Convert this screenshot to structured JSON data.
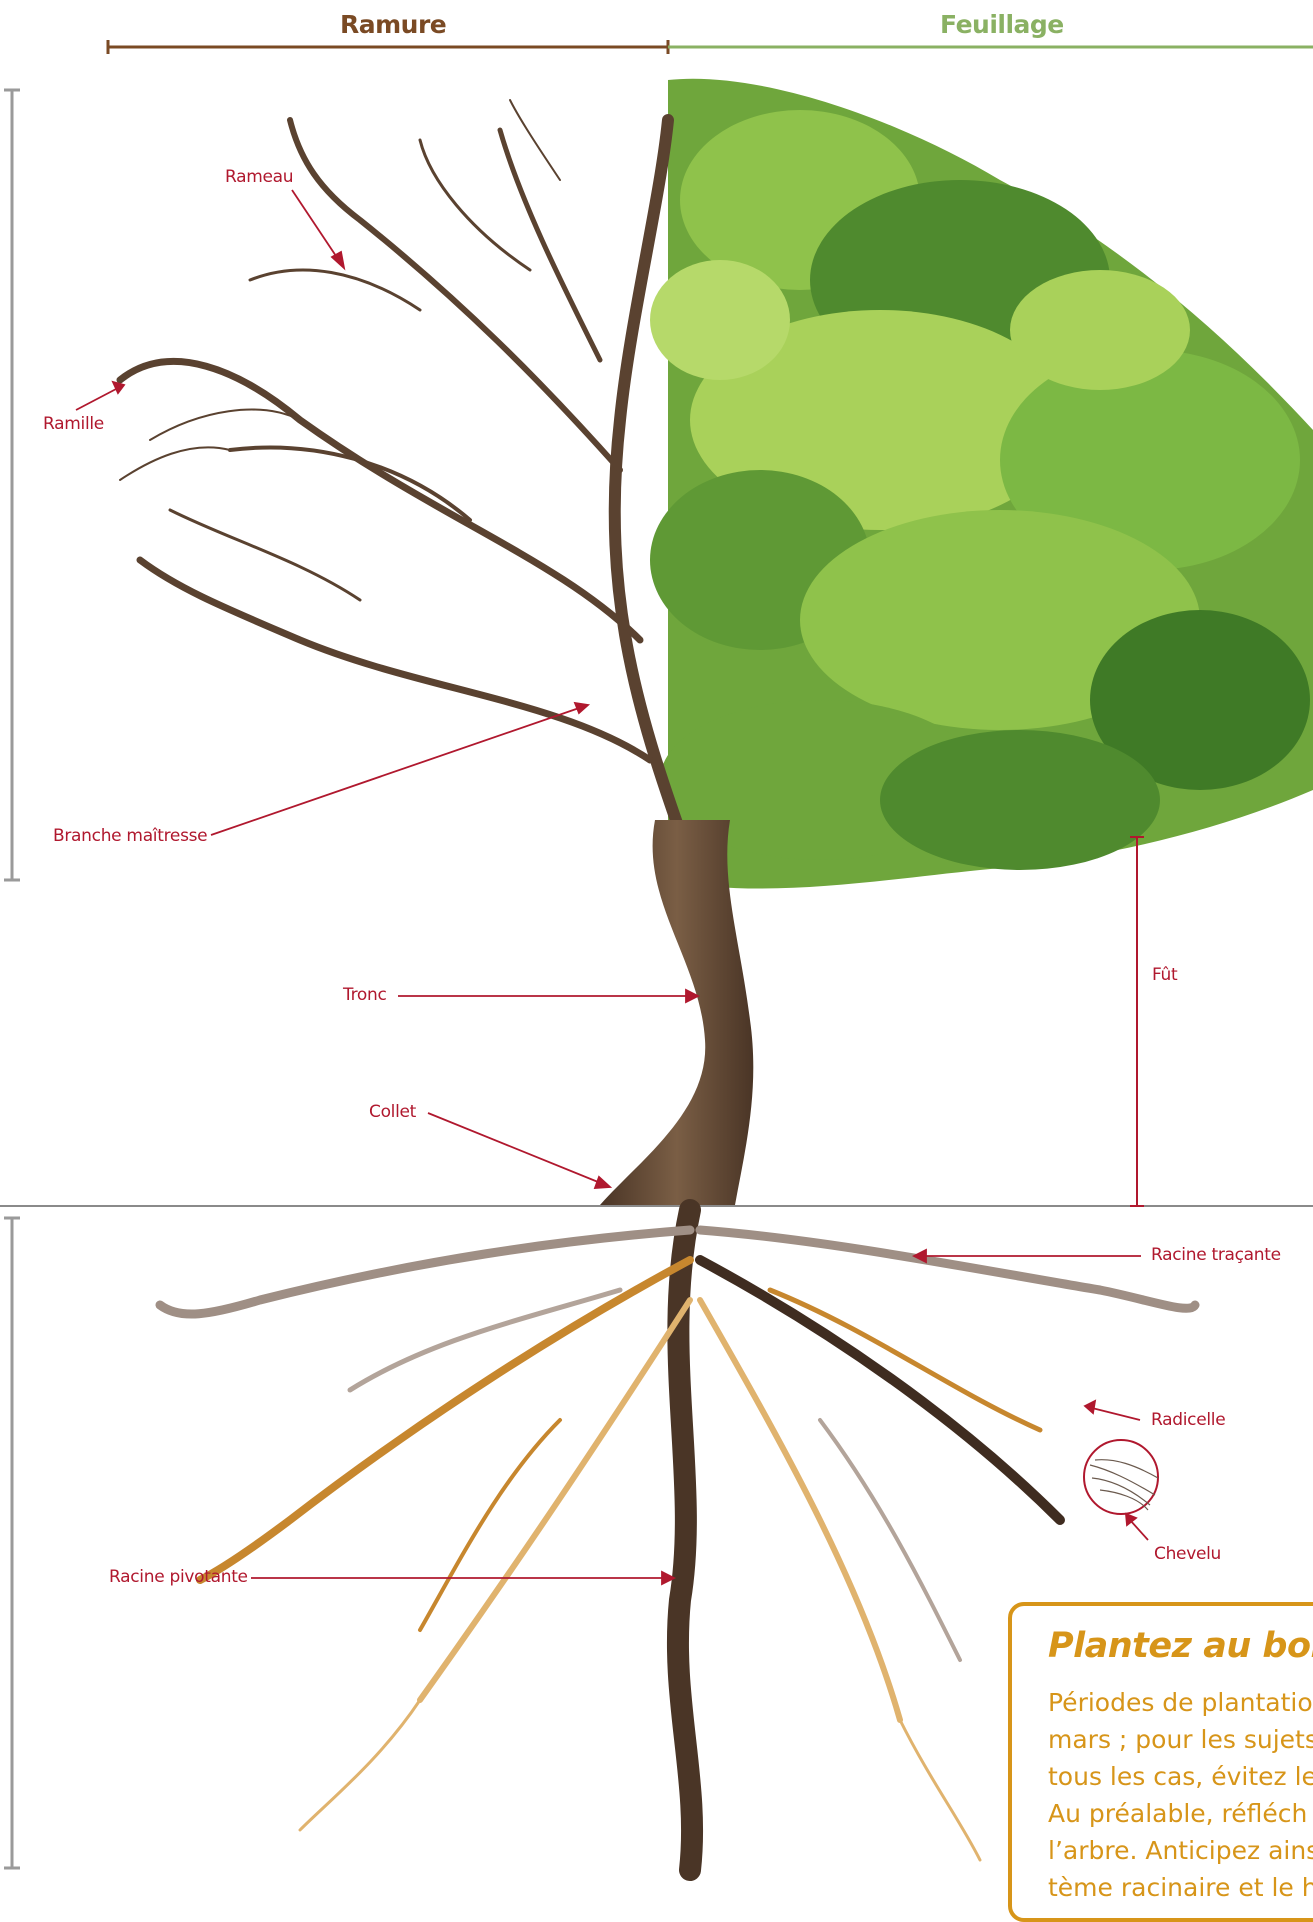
{
  "headers": {
    "ramure": "Ramure",
    "feuillage": "Feuillage"
  },
  "labels": {
    "rameau": "Rameau",
    "ramille": "Ramille",
    "branche_maitresse": "Branche maîtresse",
    "tronc": "Tronc",
    "collet": "Collet",
    "fut": "Fût",
    "racine_tracante": "Racine traçante",
    "radicelle": "Radicelle",
    "chevelu": "Chevelu",
    "racine_pivotante": "Racine pivotante"
  },
  "info_box": {
    "title": "Plantez au bon",
    "lines": [
      "Périodes de plantatio",
      "mars ; pour les sujets",
      "tous les cas, évitez le",
      "Au préalable, réfléch",
      "l’arbre. Anticipez ains",
      "tème racinaire et le h"
    ]
  },
  "colors": {
    "accent_red": "#b0182e",
    "ramure_brown": "#7a4a24",
    "feuillage_green": "#8ab163",
    "box_orange": "#d79519",
    "trunk": "#5a4230",
    "ground_line": "#8a8a8a"
  }
}
